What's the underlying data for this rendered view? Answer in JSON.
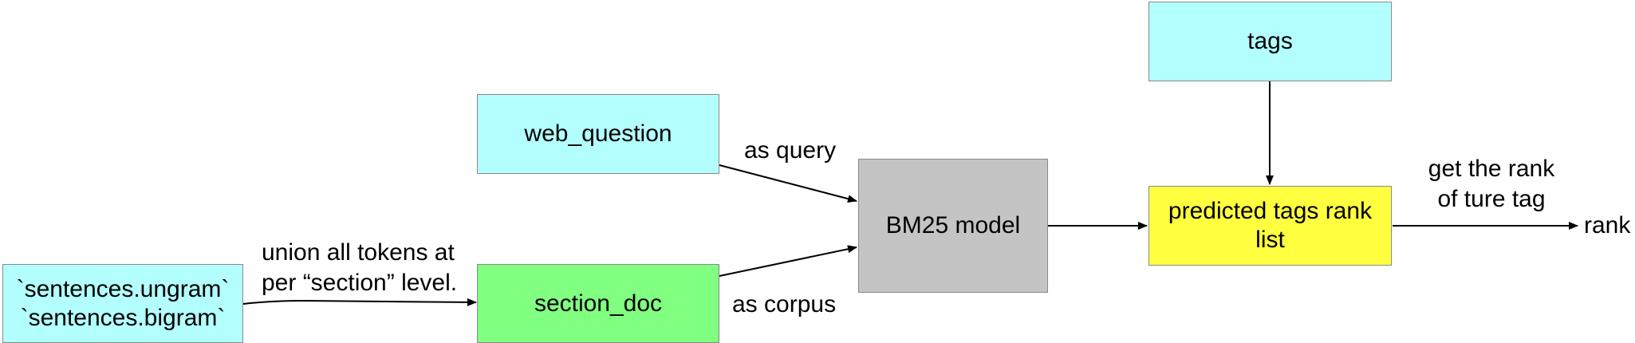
{
  "colors": {
    "cyan": "#b3ffff",
    "green": "#80ff80",
    "gray": "#c4c4c4",
    "yellow": "#ffff40",
    "edge": "#000000"
  },
  "nodes": {
    "sentences": "`sentences.ungram`\n`sentences.bigram`",
    "section_doc": "section_doc",
    "web_question": "web_question",
    "bm25": "BM25 model",
    "tags": "tags",
    "predicted": "predicted tags rank\nlist",
    "rank": "rank"
  },
  "edges": {
    "union": "union all tokens at\nper “section” level.",
    "query": "as query",
    "corpus": "as corpus",
    "get_rank": "get the rank\nof ture tag"
  }
}
